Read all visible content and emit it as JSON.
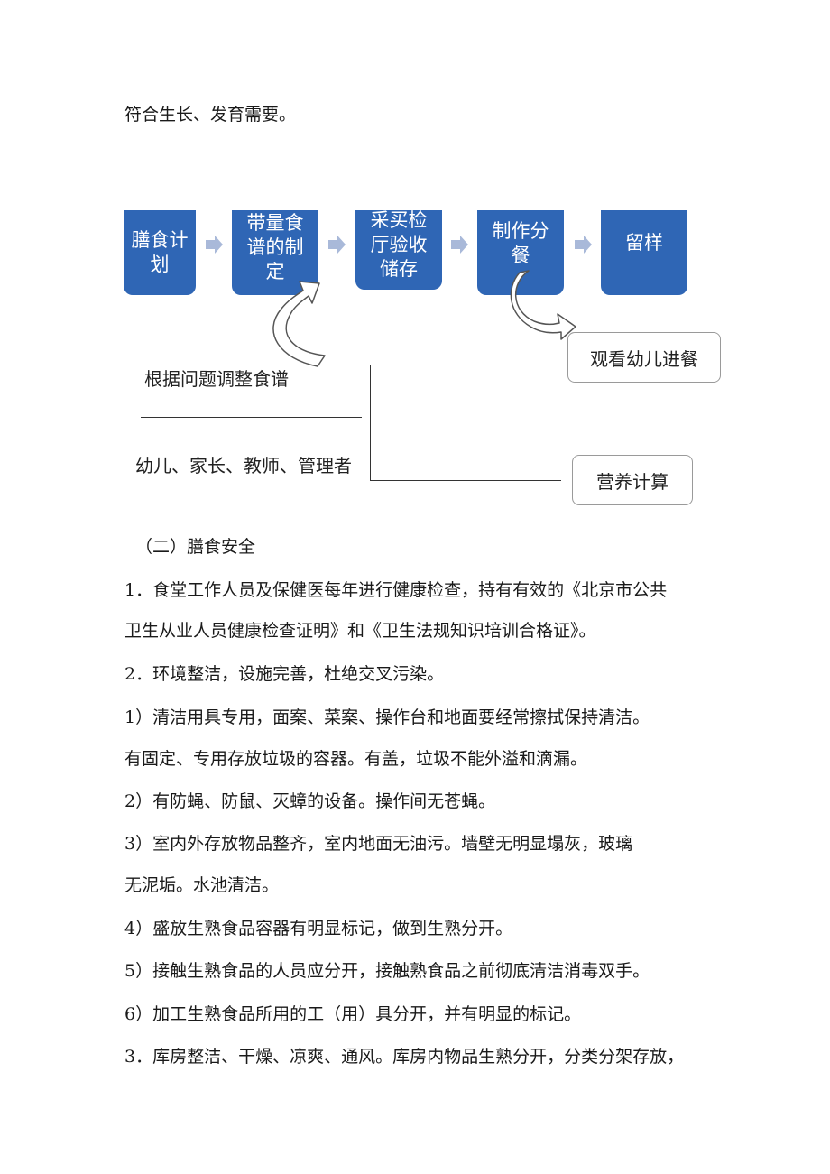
{
  "intro_line": "符合生长、发育需要。",
  "flowchart": {
    "steps": [
      "膳食计\n划",
      "带量食\n谱的制\n定",
      "采买检\n厅验收\n储存",
      "制作分\n餐",
      "留样"
    ],
    "feedback_label": "根据问题调整食谱",
    "participants_label": "幼儿、家长、教师、管理者",
    "observe_label": "观看幼儿进餐",
    "nutrition_label": "营养计算",
    "colors": {
      "box": "#2f66b5",
      "chevron": "#a9b9d9",
      "arrow_fill": "#ffffff",
      "arrow_stroke": "#555555"
    }
  },
  "section_heading": "（二）膳食安全",
  "paragraphs": [
    "1．食堂工作人员及保健医每年进行健康检查，持有有效的《北京市公共",
    "卫生从业人员健康检查证明》和《卫生法规知识培训合格证》。",
    "2．环境整洁，设施完善，杜绝交叉污染。",
    "1）清洁用具专用，面案、菜案、操作台和地面要经常擦拭保持清洁。",
    "有固定、专用存放垃圾的容器。有盖，垃圾不能外溢和滴漏。",
    "2）有防蝇、防鼠、灭蟑的设备。操作间无苍蝇。",
    "3）室内外存放物品整齐，室内地面无油污。墙壁无明显塌灰，玻璃",
    "无泥垢。水池清洁。",
    "4）盛放生熟食品容器有明显标记，做到生熟分开。",
    "5）接触生熟食品的人员应分开，接触熟食品之前彻底清洁消毒双手。",
    "6）加工生熟食品所用的工（用）具分开，并有明显的标记。",
    "3．库房整洁、干燥、凉爽、通风。库房内物品生熟分开，分类分架存放，"
  ]
}
